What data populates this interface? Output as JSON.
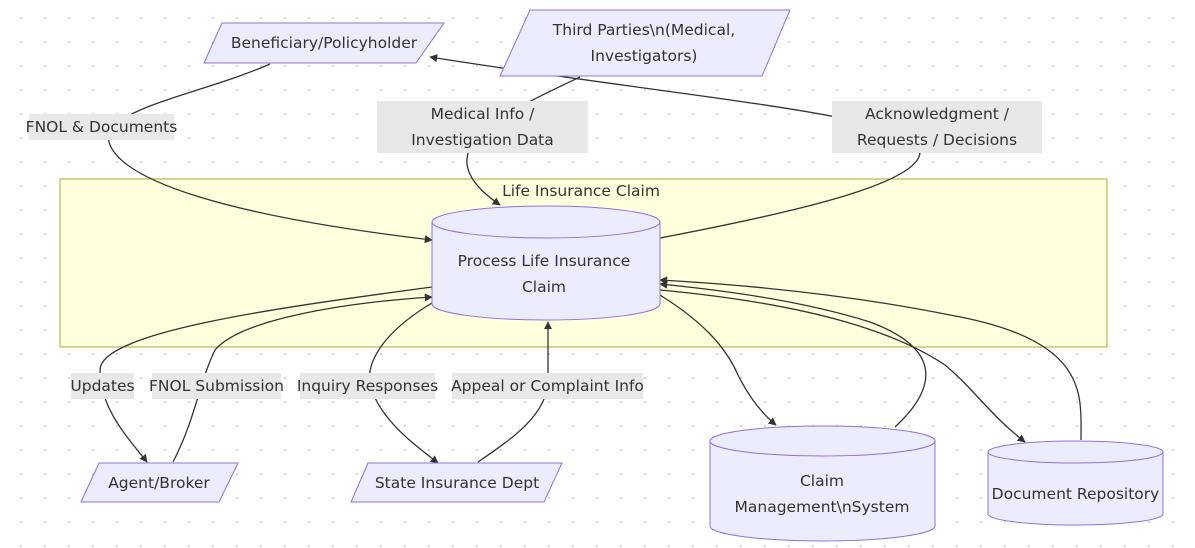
{
  "cluster": {
    "label": "Life Insurance Claim",
    "fill": "#ffffde",
    "stroke": "#aaaa33"
  },
  "node_style": {
    "fill": "#ececff",
    "stroke": "#9370db"
  },
  "nodes": {
    "beneficiary": {
      "lines": [
        "Beneficiary/Policyholder"
      ],
      "shape": "parallelogram"
    },
    "third_parties": {
      "lines": [
        "Third Parties\\n(Medical,",
        "Investigators)"
      ],
      "shape": "parallelogram"
    },
    "process": {
      "lines": [
        "Process Life Insurance",
        "Claim"
      ],
      "shape": "cylinder"
    },
    "agent": {
      "lines": [
        "Agent/Broker"
      ],
      "shape": "parallelogram"
    },
    "state_dept": {
      "lines": [
        "State Insurance Dept"
      ],
      "shape": "parallelogram"
    },
    "cms": {
      "lines": [
        "Claim",
        "Management\\nSystem"
      ],
      "shape": "cylinder"
    },
    "doc_repo": {
      "lines": [
        "Document Repository"
      ],
      "shape": "cylinder"
    }
  },
  "edge_labels": {
    "fnol_docs": [
      "FNOL & Documents"
    ],
    "medical_info": [
      "Medical Info /",
      "Investigation Data"
    ],
    "ack": [
      "Acknowledgment /",
      "Requests / Decisions"
    ],
    "updates": [
      "Updates"
    ],
    "fnol_sub": [
      "FNOL Submission"
    ],
    "inquiry": [
      "Inquiry Responses"
    ],
    "appeal": [
      "Appeal or Complaint Info"
    ]
  }
}
